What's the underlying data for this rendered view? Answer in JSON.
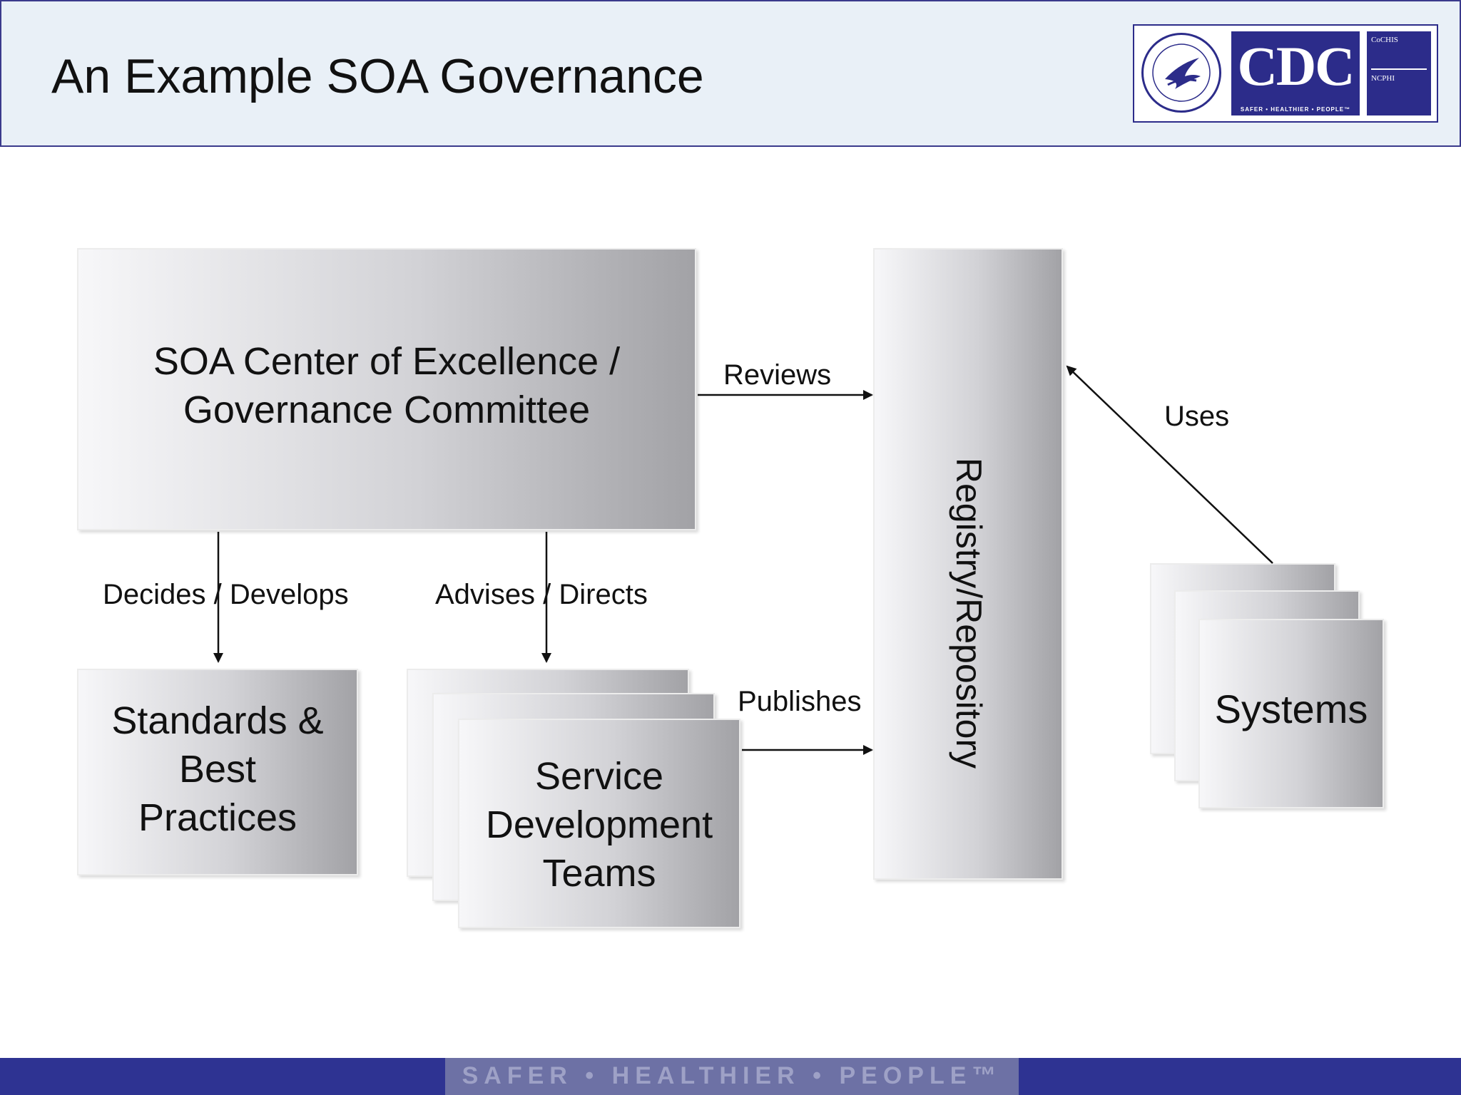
{
  "slide": {
    "title": "An Example SOA Governance"
  },
  "logo": {
    "brand": "CDC",
    "tagline": "SAFER • HEALTHIER • PEOPLE™",
    "org1": "CoCHIS",
    "org2": "NCPHI"
  },
  "diagram": {
    "coe_line1": "SOA Center of Excellence /",
    "coe_line2": "Governance Committee",
    "registry": "Registry/Repository",
    "standards_line1": "Standards &",
    "standards_line2": "Best",
    "standards_line3": "Practices",
    "teams_line1": "Service",
    "teams_line2": "Development",
    "teams_line3": "Teams",
    "systems": "Systems",
    "edge_reviews": "Reviews",
    "edge_uses": "Uses",
    "edge_decides": "Decides / Develops",
    "edge_advises": "Advises / Directs",
    "edge_publishes": "Publishes"
  },
  "footer": {
    "tagline": "SAFER • HEALTHIER • PEOPLE™"
  },
  "colors": {
    "header_bg": "#e9f0f7",
    "header_border": "#3a3a8c",
    "brand_blue": "#2c2c8a",
    "footer_bg": "#2e3392"
  }
}
